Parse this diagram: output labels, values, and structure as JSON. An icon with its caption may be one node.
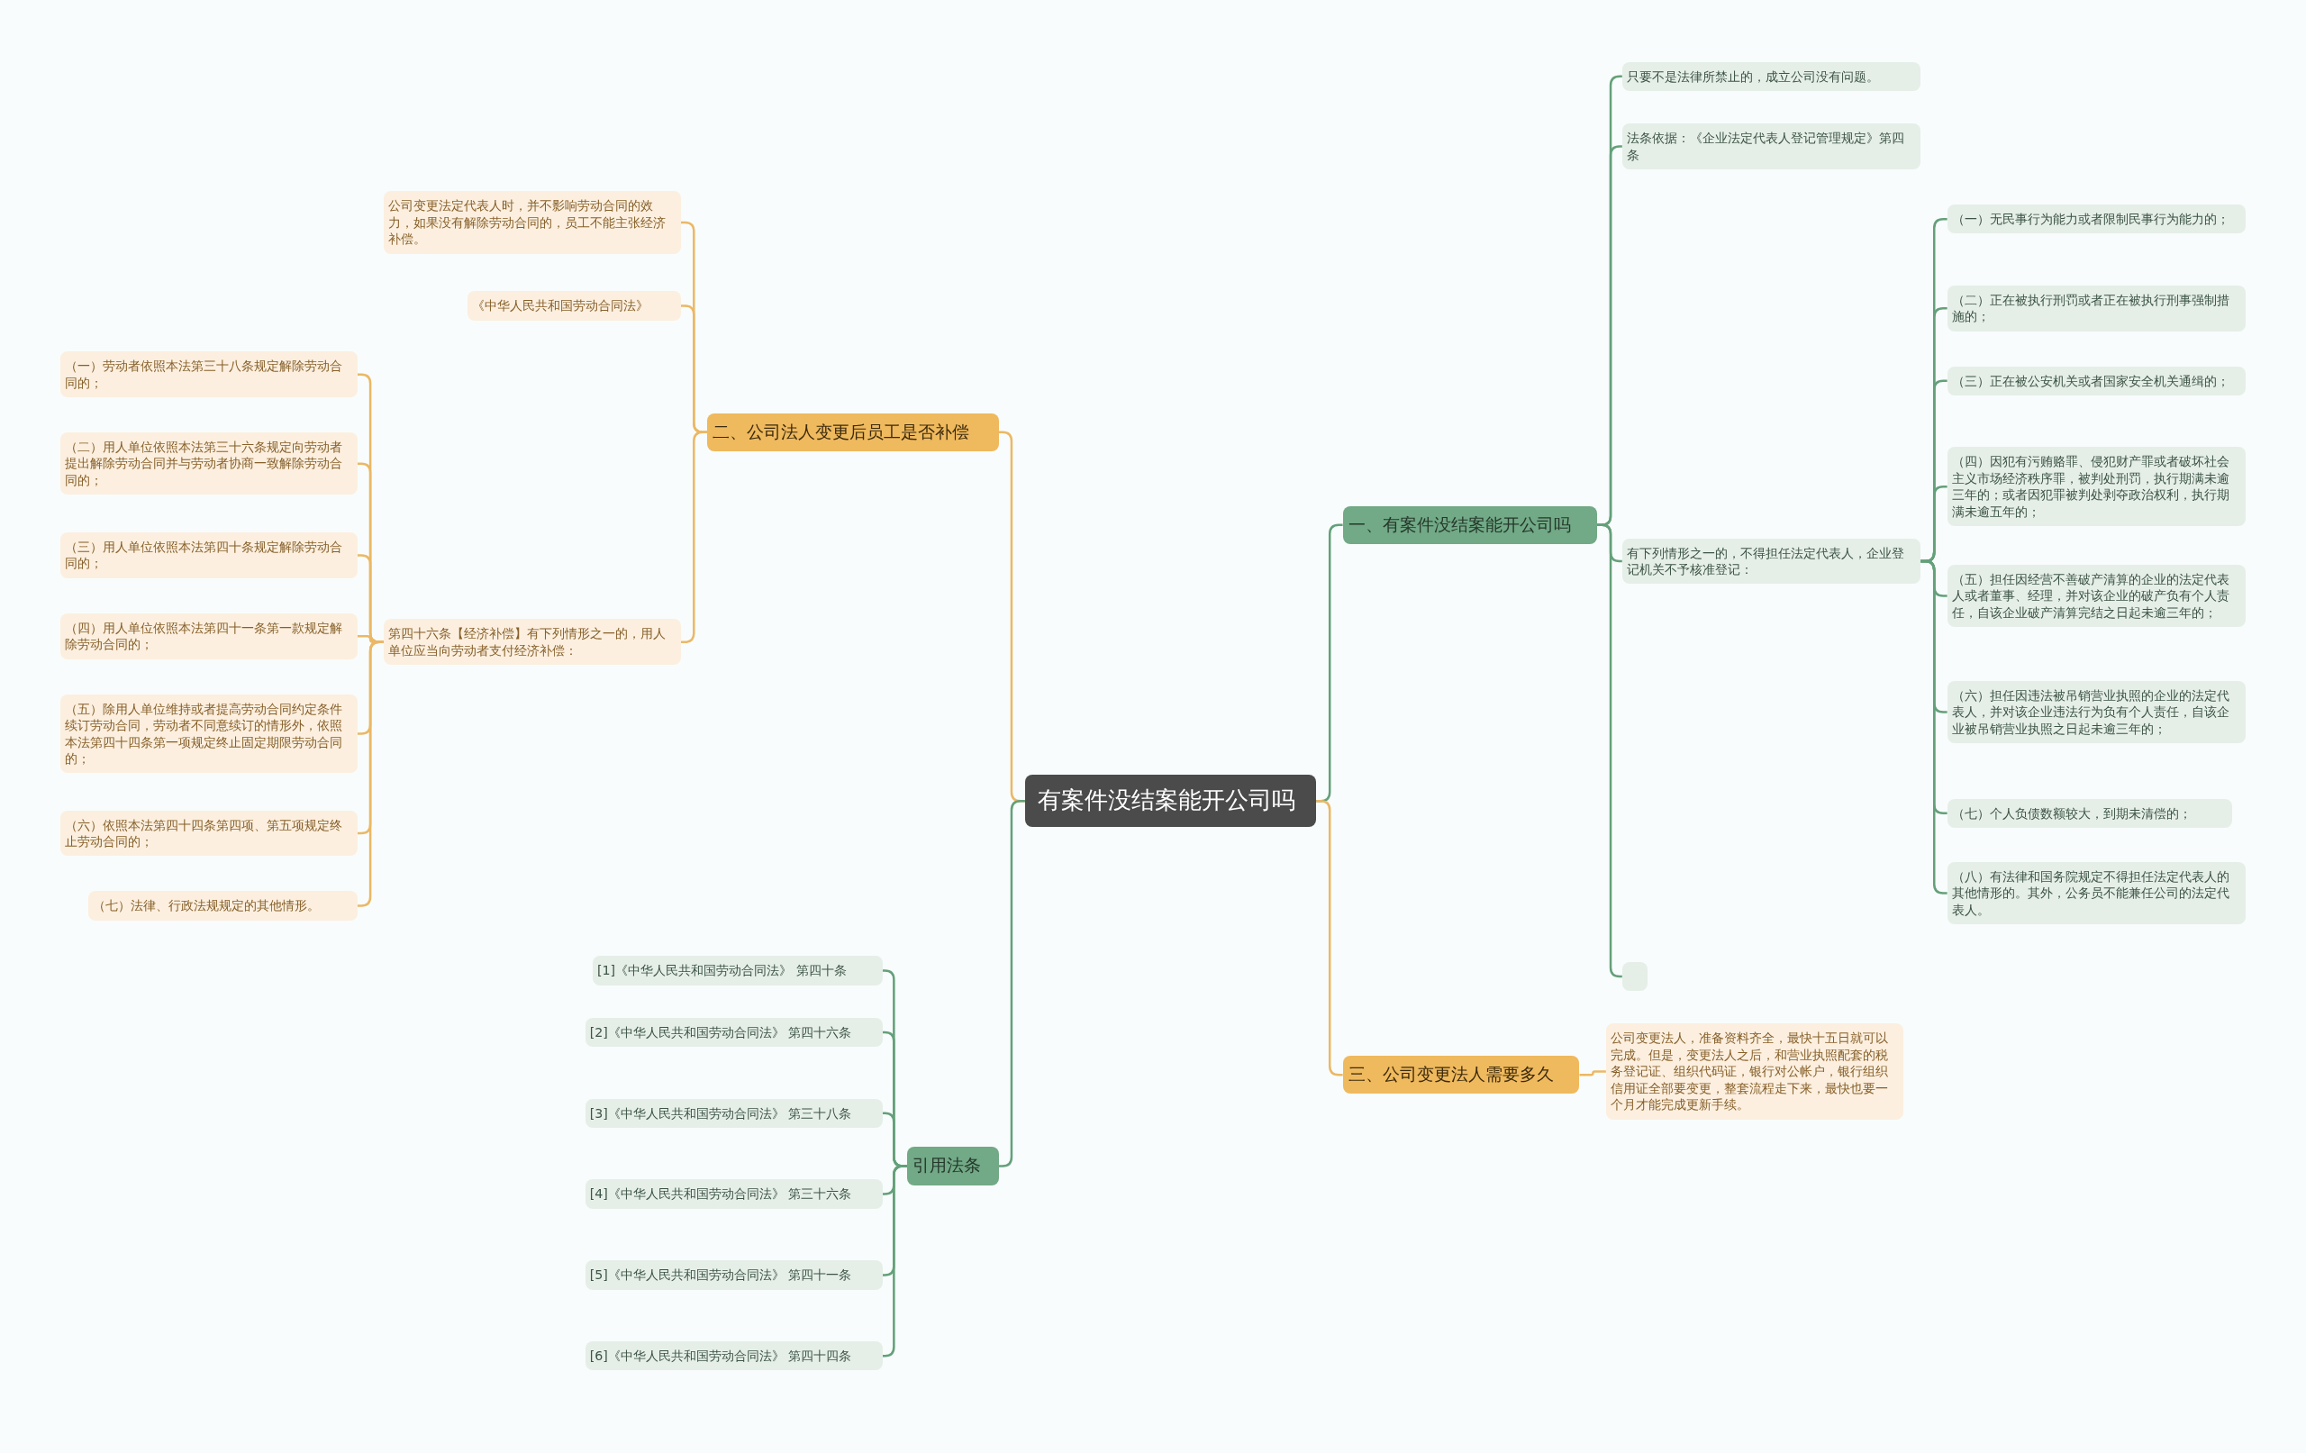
{
  "diagram": {
    "nodes": [
      {
        "text": [
          "有案件没结案能开公司吗"
        ]
      },
      {
        "text": [
          "一、有案件没结案能开公司吗"
        ]
      },
      {
        "text": [
          "只要不是法律所禁止的，成立公司没有问题。"
        ]
      },
      {
        "text": [
          "法条依据：《企业法定代表人登记管理规定》第四条"
        ]
      },
      {
        "text": [
          "有下列情形之一的，不得担任法定代表人，企业登记机关不予核准登记："
        ]
      },
      {
        "text": [
          "（一）无民事行为能力或者限制民事行为能力的；"
        ]
      },
      {
        "text": [
          "（二）正在被执行刑罚或者正在被执行刑事强制措施的；"
        ]
      },
      {
        "text": [
          "（三）正在被公安机关或者国家安全机关通缉的；"
        ]
      },
      {
        "text": [
          "（四）因犯有污贿赂罪、侵犯财产罪或者破坏社会主义市场经济秩序罪，被判处刑罚，执行期满未逾三年的；或者因犯罪被判处剥夺政治权利，执行期满未逾五年的；"
        ]
      },
      {
        "text": [
          "（五）担任因经营不善破产清算的企业的法定代表人或者董事、经理，并对该企业的破产负有个人责任，自该企业破产清算完结之日起未逾三年的；"
        ]
      },
      {
        "text": [
          "（六）担任因违法被吊销营业执照的企业的法定代表人，并对该企业违法行为负有个人责任，自该企业被吊销营业执照之日起未逾三年的；"
        ]
      },
      {
        "text": [
          "（七）个人负债数额较大，到期未清偿的；"
        ]
      },
      {
        "text": [
          "（八）有法律和国务院规定不得担任法定代表人的其他情形的。其外，公务员不能兼任公司的法定代表人。"
        ]
      },
      {
        "text": [],
        "shape": "box"
      },
      {
        "text": [
          "三、公司变更法人需要多久"
        ]
      },
      {
        "text": [
          "公司变更法人，准备资料齐全，最快十五日就可以完成。但是，变更法人之后，和营业执照配套的税务登记证、组织代码证，银行对公帐户，银行组织信用证全部要变更，整套流程走下来，最快也要一个月才能完成更新手续。"
        ]
      },
      {
        "text": [
          "二、公司法人变更后员工是否补偿"
        ]
      },
      {
        "text": [
          "公司变更法定代表人时，并不影响劳动合同的效力，如果没有解除劳动合同的，员工不能主张经济补偿。"
        ]
      },
      {
        "text": [
          "《中华人民共和国劳动合同法》"
        ]
      },
      {
        "text": [
          "第四十六条【经济补偿】有下列情形之一的，用人单位应当向劳动者支付经济补偿："
        ]
      },
      {
        "text": [
          "（一）劳动者依照本法第三十八条规定解除劳动合同的；"
        ]
      },
      {
        "text": [
          "（二）用人单位依照本法第三十六条规定向劳动者提出解除劳动合同并与劳动者协商一致解除劳动合同的；"
        ]
      },
      {
        "text": [
          "（三）用人单位依照本法第四十条规定解除劳动合同的；"
        ]
      },
      {
        "text": [
          "（四）用人单位依照本法第四十一条第一款规定解除劳动合同的；"
        ]
      },
      {
        "text": [
          "（五）除用人单位维持或者提高劳动合同约定条件续订劳动合同，劳动者不同意续订的情形外，依照本法第四十四条第一项规定终止固定期限劳动合同的；"
        ]
      },
      {
        "text": [
          "（六）依照本法第四十四条第四项、第五项规定终止劳动合同的；"
        ]
      },
      {
        "text": [
          "（七）法律、行政法规规定的其他情形。"
        ]
      },
      {
        "text": [
          "引用法条"
        ]
      },
      {
        "text": [
          "[1]《中华人民共和国劳动合同法》 第四十条"
        ]
      },
      {
        "text": [
          "[2]《中华人民共和国劳动合同法》 第四十六条"
        ]
      },
      {
        "text": [
          "[3]《中华人民共和国劳动合同法》 第三十八条"
        ]
      },
      {
        "text": [
          "[4]《中华人民共和国劳动合同法》 第三十六条"
        ]
      },
      {
        "text": [
          "[5]《中华人民共和国劳动合同法》 第四十一条"
        ]
      },
      {
        "text": [
          "[6]《中华人民共和国劳动合同法》 第四十四条"
        ]
      }
    ],
    "edges": [
      {
        "from": 0,
        "to": 1,
        "arrow": "none"
      },
      {
        "from": 1,
        "to": 2,
        "arrow": "none"
      },
      {
        "from": 1,
        "to": 3,
        "arrow": "none"
      },
      {
        "from": 1,
        "to": 4,
        "arrow": "none"
      },
      {
        "from": 4,
        "to": 5,
        "arrow": "none"
      },
      {
        "from": 4,
        "to": 6,
        "arrow": "none"
      },
      {
        "from": 4,
        "to": 7,
        "arrow": "none"
      },
      {
        "from": 4,
        "to": 8,
        "arrow": "none"
      },
      {
        "from": 4,
        "to": 9,
        "arrow": "none"
      },
      {
        "from": 4,
        "to": 10,
        "arrow": "none"
      },
      {
        "from": 4,
        "to": 11,
        "arrow": "none"
      },
      {
        "from": 4,
        "to": 12,
        "arrow": "none"
      },
      {
        "from": 1,
        "to": 13,
        "arrow": "none"
      },
      {
        "from": 0,
        "to": 14,
        "arrow": "none",
        "color": "#ebb865"
      },
      {
        "from": 14,
        "to": 15,
        "arrow": "none",
        "color": "#ebb865"
      },
      {
        "from": 0,
        "to": 16,
        "arrow": "none",
        "color": "#ebb865"
      },
      {
        "from": 16,
        "to": 17,
        "arrow": "none",
        "color": "#ebb865"
      },
      {
        "from": 16,
        "to": 18,
        "arrow": "none",
        "color": "#ebb865"
      },
      {
        "from": 16,
        "to": 19,
        "arrow": "none",
        "color": "#ebb865"
      },
      {
        "from": 19,
        "to": 20,
        "arrow": "none",
        "color": "#ebb865"
      },
      {
        "from": 19,
        "to": 21,
        "arrow": "none",
        "color": "#ebb865"
      },
      {
        "from": 19,
        "to": 22,
        "arrow": "none",
        "color": "#ebb865"
      },
      {
        "from": 19,
        "to": 23,
        "arrow": "none",
        "color": "#ebb865"
      },
      {
        "from": 19,
        "to": 24,
        "arrow": "none",
        "color": "#ebb865"
      },
      {
        "from": 19,
        "to": 25,
        "arrow": "none",
        "color": "#ebb865"
      },
      {
        "from": 19,
        "to": 26,
        "arrow": "none",
        "color": "#ebb865"
      },
      {
        "from": 0,
        "to": 27,
        "arrow": "none"
      },
      {
        "from": 27,
        "to": 28,
        "arrow": "none"
      },
      {
        "from": 27,
        "to": 29,
        "arrow": "none"
      },
      {
        "from": 27,
        "to": 30,
        "arrow": "none"
      },
      {
        "from": 27,
        "to": 31,
        "arrow": "none"
      },
      {
        "from": 27,
        "to": 32,
        "arrow": "none"
      },
      {
        "from": 27,
        "to": 33,
        "arrow": "none"
      }
    ]
  }
}
